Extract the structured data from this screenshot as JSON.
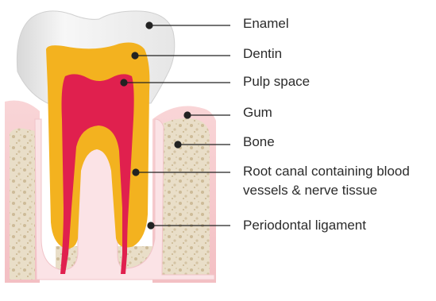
{
  "labels": {
    "enamel": "Enamel",
    "dentin": "Dentin",
    "pulp": "Pulp space",
    "gum": "Gum",
    "bone": "Bone",
    "root_canal_line1": "Root canal containing blood",
    "root_canal_line2": "vessels & nerve tissue",
    "periodontal": "Periodontal ligament"
  },
  "colors": {
    "enamel": "#ececec",
    "dentin": "#f3b21f",
    "pulp": "#e0204e",
    "gum": "#f7c9cc",
    "bone": "#e8dcc4",
    "ligament": "#fbe3e6",
    "leader": "#222222"
  }
}
